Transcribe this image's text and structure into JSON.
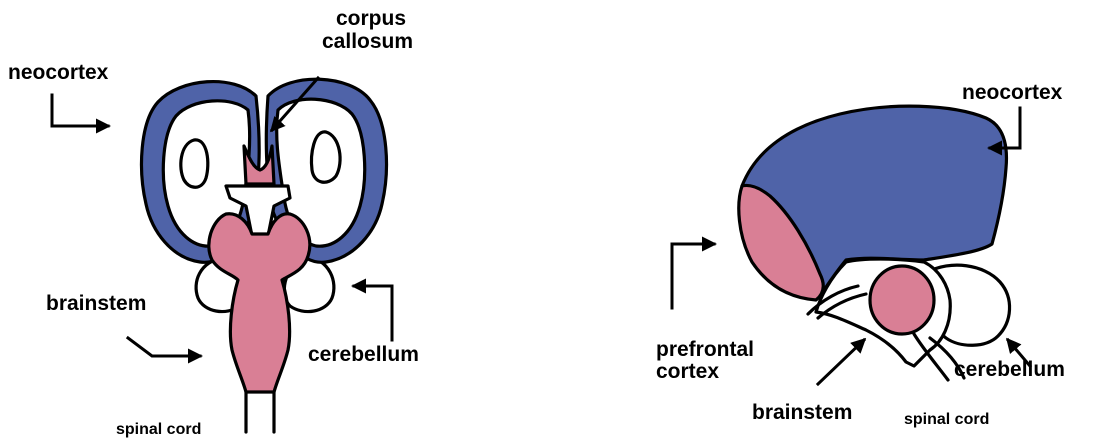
{
  "colors": {
    "neocortex": "#4f63a8",
    "brainstem": "#d97f95",
    "prefrontal": "#d97f95",
    "outline": "#000000",
    "background": "#ffffff"
  },
  "front_view": {
    "labels": {
      "neocortex": "neocortex",
      "corpus_line1": "corpus",
      "corpus_line2": "callosum",
      "brainstem": "brainstem",
      "cerebellum": "cerebellum",
      "spinal_cord": "spinal cord"
    }
  },
  "side_view": {
    "labels": {
      "neocortex": "neocortex",
      "prefrontal_line1": "prefrontal",
      "prefrontal_line2": "cortex",
      "brainstem": "brainstem",
      "cerebellum": "cerebellum",
      "spinal_cord": "spinal cord"
    }
  }
}
